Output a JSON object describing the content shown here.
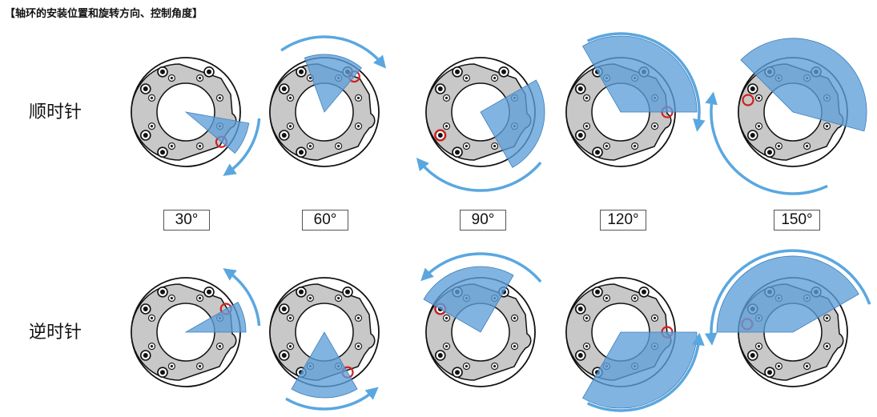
{
  "title": "【轴环的安装位置和旋转方向、控制角度】",
  "rows": [
    {
      "label": "顺时针",
      "direction": "clockwise"
    },
    {
      "label": "逆时针",
      "direction": "counterclockwise"
    }
  ],
  "angles": [
    "30°",
    "60°",
    "90°",
    "120°",
    "150°"
  ],
  "colors": {
    "plate": "#c8c8c8",
    "sector": "#5d9fd8",
    "arrow": "#5aa7e0",
    "marker": "#d42020"
  }
}
